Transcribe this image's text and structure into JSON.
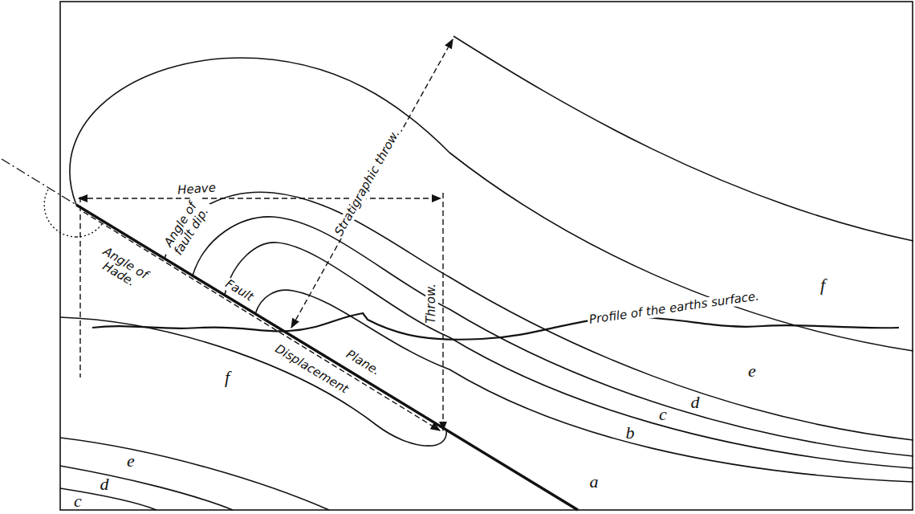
{
  "diagram": {
    "labels": [
      "Heave",
      "Angle of fault dip.",
      "Stratigraphic throw.",
      "Angle of Hade.",
      "Fault",
      "Displacement",
      "Plane.",
      "Throw.",
      "Profile of the earths surface.",
      "f",
      "e",
      "d",
      "c",
      "b",
      "a",
      "f",
      "e",
      "d",
      "c"
    ]
  }
}
